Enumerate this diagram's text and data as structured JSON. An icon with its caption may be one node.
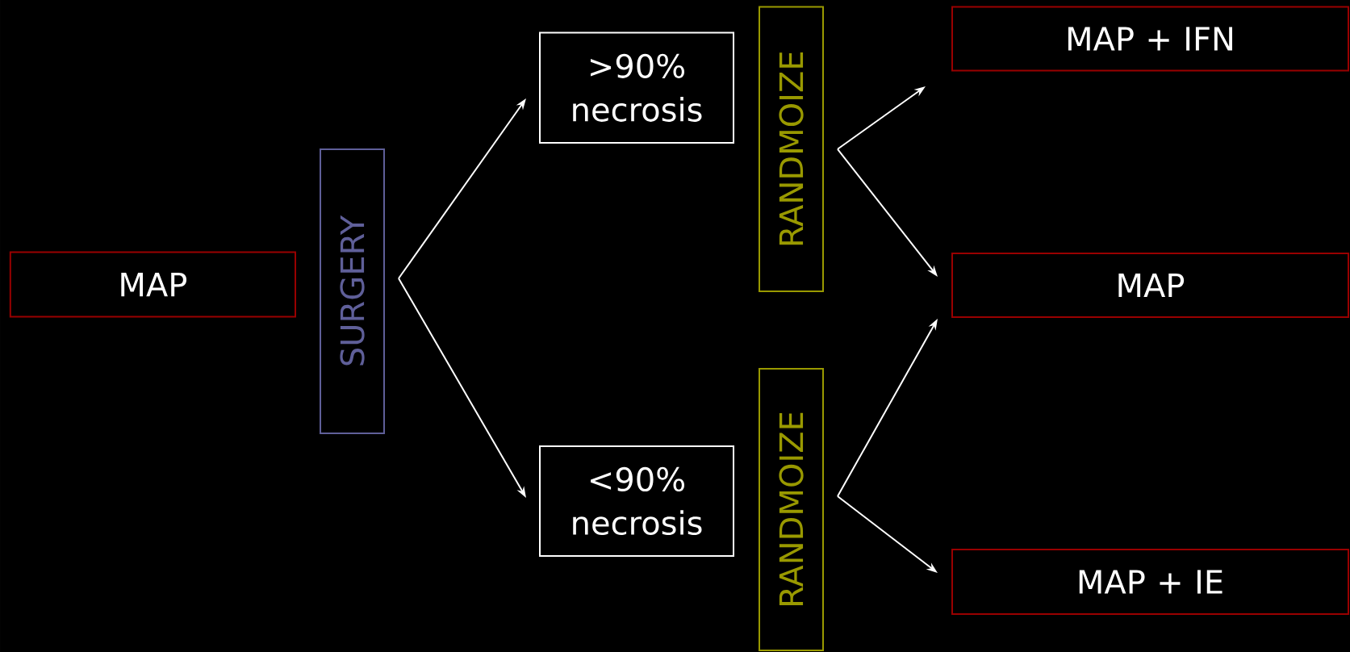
{
  "diagram": {
    "nodes": [
      {
        "text": [
          "MAP"
        ]
      },
      {
        "text": [
          "SURGERY"
        ]
      },
      {
        "text": [
          ">90% necrosis"
        ]
      },
      {
        "text": [
          "<90% necrosis"
        ]
      },
      {
        "text": [
          "RANDMOIZE"
        ]
      },
      {
        "text": [
          "RANDMOIZE"
        ]
      },
      {
        "text": [
          "MAP + IFN"
        ]
      },
      {
        "text": [
          "MAP"
        ]
      },
      {
        "text": [
          "MAP + IE"
        ]
      }
    ],
    "edges": [
      {
        "from": 1,
        "to": 2,
        "arrow": "to"
      },
      {
        "from": 1,
        "to": 3,
        "arrow": "to"
      },
      {
        "from": 4,
        "to": 6,
        "arrow": "to"
      },
      {
        "from": 4,
        "to": 7,
        "arrow": "to"
      },
      {
        "from": 5,
        "to": 7,
        "arrow": "to"
      },
      {
        "from": 5,
        "to": 8,
        "arrow": "to"
      }
    ]
  }
}
